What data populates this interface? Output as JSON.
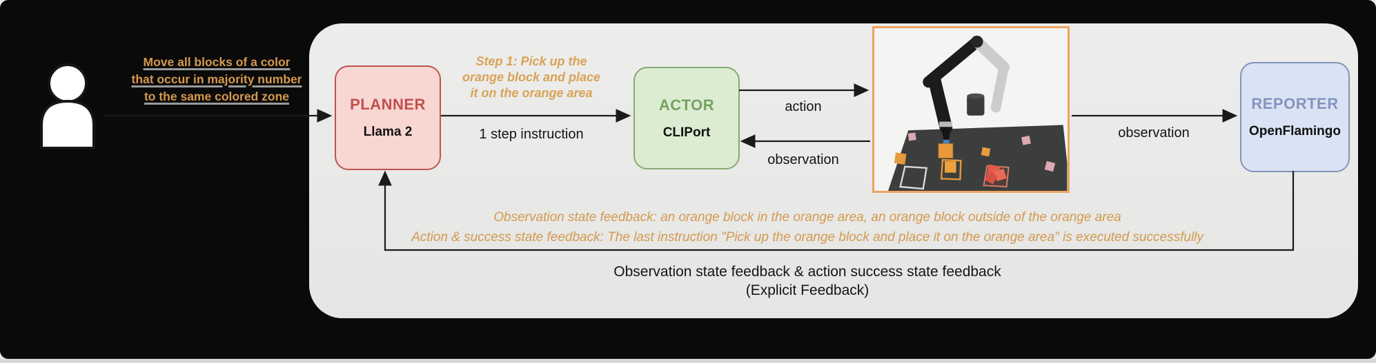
{
  "user": {
    "instruction_line1": "Move all blocks of a color",
    "instruction_line2": "that occur in majority number",
    "instruction_line3": "to the same colored zone"
  },
  "planner": {
    "role": "PLANNER",
    "model": "Llama 2"
  },
  "actor": {
    "role": "ACTOR",
    "model": "CLIPort"
  },
  "reporter": {
    "role": "REPORTER",
    "model": "OpenFlamingo"
  },
  "step_text": {
    "line1": "Step 1: Pick up the",
    "line2": "orange block and place",
    "line3": "it on the orange area"
  },
  "arrow_labels": {
    "planner_to_actor": "1 step instruction",
    "actor_to_env": "action",
    "env_to_actor": "observation",
    "env_to_reporter": "observation"
  },
  "feedback": {
    "observation_state": "Observation state feedback: an orange block in the orange area, an orange block outside of the orange area",
    "action_state": "Action & success state feedback: The last instruction \"Pick up the orange block and place it on the orange area\" is executed successfully",
    "summary": "Observation state feedback & action success state feedback",
    "summary_sub": "(Explicit Feedback)"
  },
  "colors": {
    "planner_accent": "#c0504d",
    "actor_accent": "#76a261",
    "reporter_accent": "#8593bf",
    "orange_text": "#d6994e",
    "env_border": "#eda45f",
    "container_bg": "#e9e9e7",
    "frame_bg": "#0a0a0a"
  }
}
